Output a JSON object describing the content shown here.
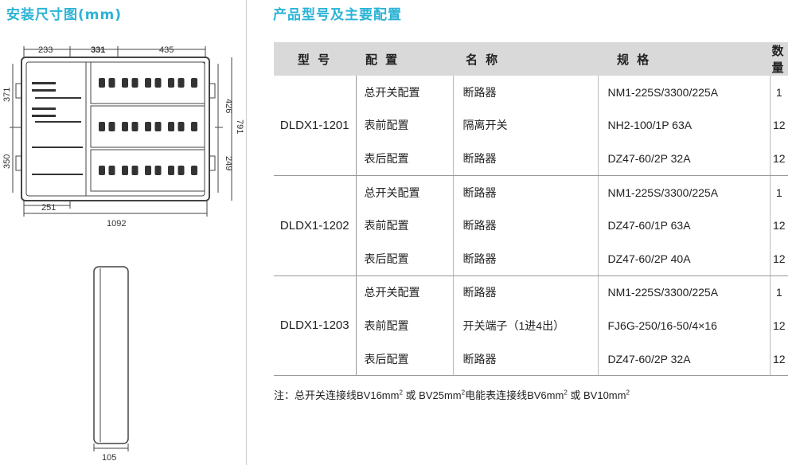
{
  "left_title": "安装尺寸图(mm)",
  "right_title": "产品型号及主要配置",
  "dimensions": {
    "top_a": "233",
    "top_b": "331",
    "top_c": "435",
    "left_a": "371",
    "left_b": "350",
    "right_a": "426",
    "right_b": "249",
    "far_right": "791",
    "bottom_inner": "251",
    "bottom_total": "1092",
    "side_width": "105"
  },
  "table": {
    "headers": {
      "model": "型 号",
      "config": "配 置",
      "name": "名 称",
      "spec": "规 格",
      "qty": "数 量"
    },
    "groups": [
      {
        "model": "DLDX1-1201",
        "rows": [
          {
            "config": "总开关配置",
            "name": "断路器",
            "spec": "NM1-225S/3300/225A",
            "qty": "1"
          },
          {
            "config": "表前配置",
            "name": "隔离开关",
            "spec": "NH2-100/1P 63A",
            "qty": "12"
          },
          {
            "config": "表后配置",
            "name": "断路器",
            "spec": "DZ47-60/2P 32A",
            "qty": "12"
          }
        ]
      },
      {
        "model": "DLDX1-1202",
        "rows": [
          {
            "config": "总开关配置",
            "name": "断路器",
            "spec": "NM1-225S/3300/225A",
            "qty": "1"
          },
          {
            "config": "表前配置",
            "name": "断路器",
            "spec": "DZ47-60/1P 63A",
            "qty": "12"
          },
          {
            "config": "表后配置",
            "name": "断路器",
            "spec": "DZ47-60/2P 40A",
            "qty": "12"
          }
        ]
      },
      {
        "model": "DLDX1-1203",
        "rows": [
          {
            "config": "总开关配置",
            "name": "断路器",
            "spec": "NM1-225S/3300/225A",
            "qty": "1"
          },
          {
            "config": "表前配置",
            "name": "开关端子（1进4出）",
            "spec": "FJ6G-250/16-50/4×16",
            "qty": "12"
          },
          {
            "config": "表后配置",
            "name": "断路器",
            "spec": "DZ47-60/2P 32A",
            "qty": "12"
          }
        ]
      }
    ]
  },
  "note": {
    "prefix": "注：总开关连接线BV16mm",
    "sup1": "2",
    "mid1": "或 BV25mm",
    "sup2": "2",
    "mid2": "电能表连接线BV6mm",
    "sup3": "2",
    "mid3": "或 BV10mm",
    "sup4": "2"
  }
}
